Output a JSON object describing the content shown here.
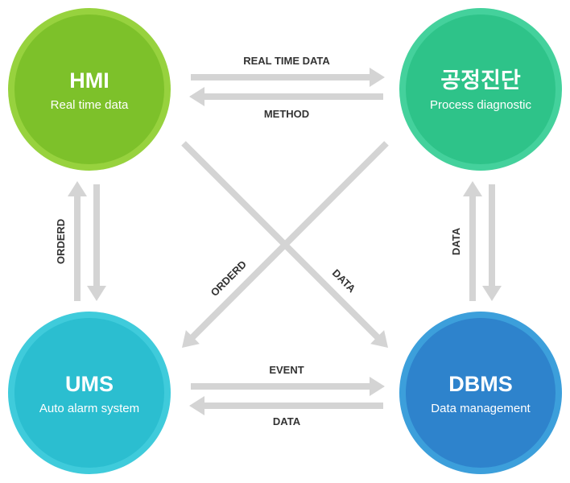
{
  "arrow_color": "#d4d4d4",
  "label_color": "#333333",
  "nodes": [
    {
      "id": "hmi",
      "title": "HMI",
      "subtitle": "Real time data",
      "fill": "#7dc12a",
      "ring": "#97d23e",
      "position": "top-left"
    },
    {
      "id": "process",
      "title": "공정진단",
      "subtitle": "Process diagnostic",
      "fill": "#2ec389",
      "ring": "#44d19c",
      "position": "top-right"
    },
    {
      "id": "ums",
      "title": "UMS",
      "subtitle": "Auto alarm system",
      "fill": "#2bbed0",
      "ring": "#3fcbdb",
      "position": "bottom-left"
    },
    {
      "id": "dbms",
      "title": "DBMS",
      "subtitle": "Data management",
      "fill": "#2e83cc",
      "ring": "#3c9fdb",
      "position": "bottom-right"
    }
  ],
  "edges": [
    {
      "from": "hmi",
      "to": "process",
      "label": "REAL TIME DATA"
    },
    {
      "from": "process",
      "to": "hmi",
      "label": "METHOD"
    },
    {
      "from": "ums",
      "to": "dbms",
      "label": "EVENT"
    },
    {
      "from": "dbms",
      "to": "ums",
      "label": "DATA"
    },
    {
      "from": "ums",
      "to": "hmi",
      "label": "ORDERD"
    },
    {
      "from": "hmi",
      "to": "ums",
      "label": ""
    },
    {
      "from": "dbms",
      "to": "process",
      "label": "DATA"
    },
    {
      "from": "process",
      "to": "dbms",
      "label": ""
    },
    {
      "from": "hmi",
      "to": "dbms",
      "label": "DATA"
    },
    {
      "from": "process",
      "to": "ums",
      "label": "ORDERD"
    }
  ]
}
